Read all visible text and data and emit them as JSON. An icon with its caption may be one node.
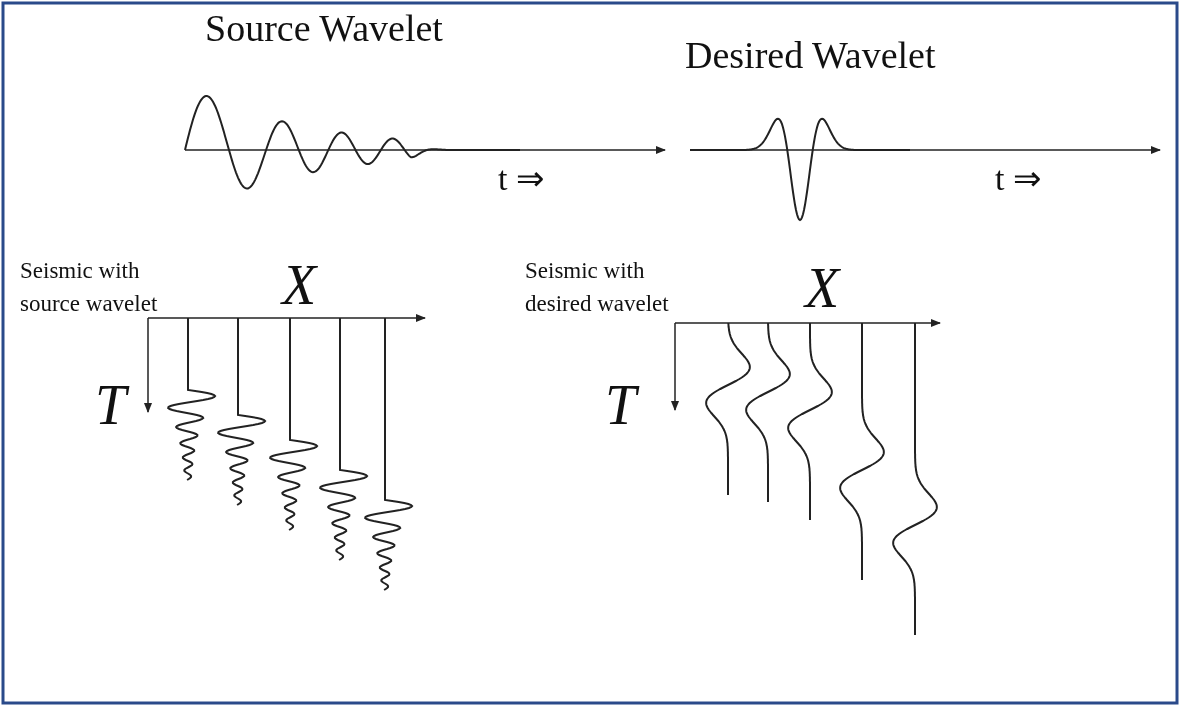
{
  "diagram": {
    "labels": [
      "Source Wavelet",
      "Desired Wavelet",
      "t ⇒",
      "t ⇒",
      "Seismic with source wavelet",
      "X",
      "Seismic with desired wavelet",
      "X",
      "T",
      "T"
    ]
  }
}
